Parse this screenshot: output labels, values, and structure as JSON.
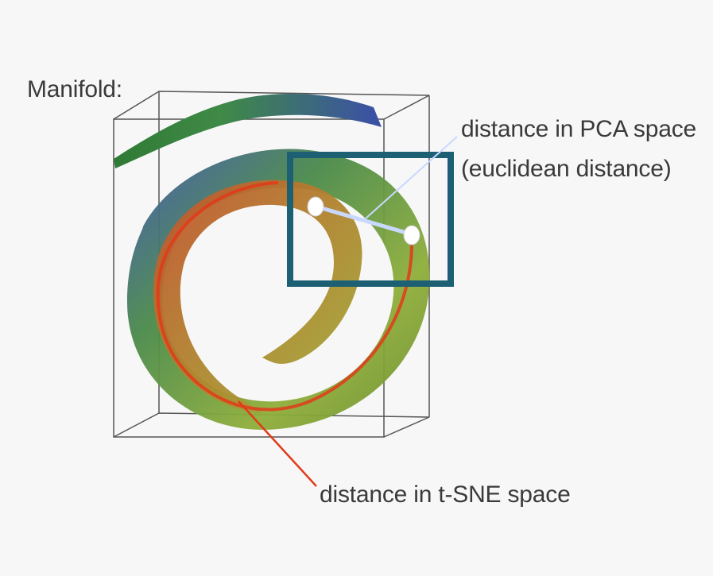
{
  "labels": {
    "manifold": "Manifold:",
    "pca_line1": "distance in PCA space",
    "pca_line2": "(euclidean distance)",
    "tsne": "distance in t-SNE space"
  },
  "colors": {
    "highlight_box": "#1d6073",
    "pca_connector": "#c9d8ff",
    "tsne_connector": "#e23a1a",
    "points": "#ffffff"
  }
}
